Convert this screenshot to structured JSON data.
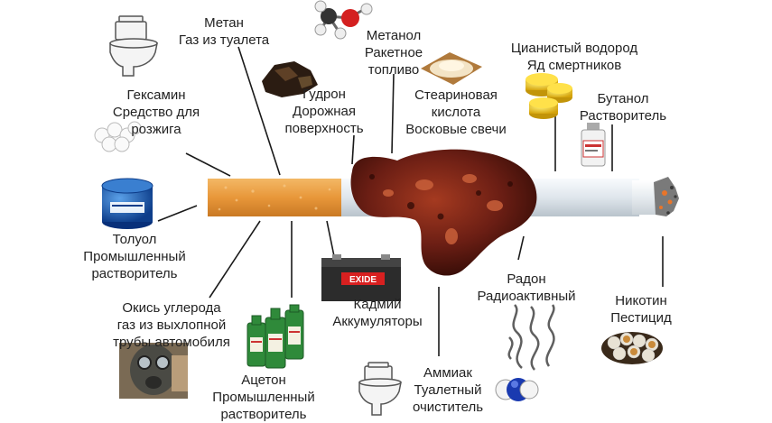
{
  "components": [
    {
      "id": "methane",
      "name": "Метан",
      "use": "Газ из туалета"
    },
    {
      "id": "methanol",
      "name": "Метанол",
      "use": "Ракетное топливо"
    },
    {
      "id": "hydrogen-cyanide",
      "name": "Цианистый водород",
      "use": "Яд смертников"
    },
    {
      "id": "hexamine",
      "name": "Гексамин",
      "use": "Средство для розжига"
    },
    {
      "id": "tar",
      "name": "Гудрон",
      "use": "Дорожная поверхность"
    },
    {
      "id": "stearic-acid",
      "name": "Стеариновая кислота",
      "use": "Восковые свечи"
    },
    {
      "id": "butanol",
      "name": "Бутанол",
      "use": "Растворитель"
    },
    {
      "id": "toluene",
      "name": "Толуол",
      "use": "Промышленный растворитель"
    },
    {
      "id": "carbon-monoxide",
      "name": "Окись углерода",
      "use": "газ из выхлопной трубы автомобиля"
    },
    {
      "id": "cadmium",
      "name": "Кадмий",
      "use": "Аккумуляторы"
    },
    {
      "id": "radon",
      "name": "Радон",
      "use": "Радиоактивный"
    },
    {
      "id": "nicotine",
      "name": "Никотин",
      "use": "Пестицид"
    },
    {
      "id": "acetone",
      "name": "Ацетон",
      "use": "Промышленный растворитель"
    },
    {
      "id": "ammonia",
      "name": "Аммиак",
      "use": "Туалетный очиститель"
    }
  ],
  "battery_brand": "EXIDE",
  "colors": {
    "filter": "#e8a24a",
    "lung": "#6b1e14",
    "paper": "#e9eef2",
    "line": "#1a1a1a"
  }
}
